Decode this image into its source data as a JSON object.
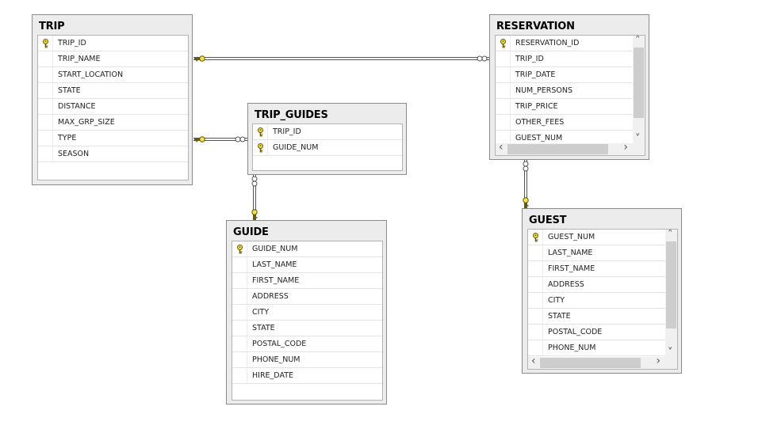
{
  "tables": {
    "trip": {
      "title": "TRIP",
      "columns": [
        {
          "name": "TRIP_ID",
          "key": true
        },
        {
          "name": "TRIP_NAME",
          "key": false
        },
        {
          "name": "START_LOCATION",
          "key": false
        },
        {
          "name": "STATE",
          "key": false
        },
        {
          "name": "DISTANCE",
          "key": false
        },
        {
          "name": "MAX_GRP_SIZE",
          "key": false
        },
        {
          "name": "TYPE",
          "key": false
        },
        {
          "name": "SEASON",
          "key": false
        }
      ]
    },
    "trip_guides": {
      "title": "TRIP_GUIDES",
      "columns": [
        {
          "name": "TRIP_ID",
          "key": true
        },
        {
          "name": "GUIDE_NUM",
          "key": true
        }
      ]
    },
    "guide": {
      "title": "GUIDE",
      "columns": [
        {
          "name": "GUIDE_NUM",
          "key": true
        },
        {
          "name": "LAST_NAME",
          "key": false
        },
        {
          "name": "FIRST_NAME",
          "key": false
        },
        {
          "name": "ADDRESS",
          "key": false
        },
        {
          "name": "CITY",
          "key": false
        },
        {
          "name": "STATE",
          "key": false
        },
        {
          "name": "POSTAL_CODE",
          "key": false
        },
        {
          "name": "PHONE_NUM",
          "key": false
        },
        {
          "name": "HIRE_DATE",
          "key": false
        }
      ]
    },
    "reservation": {
      "title": "RESERVATION",
      "columns": [
        {
          "name": "RESERVATION_ID",
          "key": true
        },
        {
          "name": "TRIP_ID",
          "key": false
        },
        {
          "name": "TRIP_DATE",
          "key": false
        },
        {
          "name": "NUM_PERSONS",
          "key": false
        },
        {
          "name": "TRIP_PRICE",
          "key": false
        },
        {
          "name": "OTHER_FEES",
          "key": false
        },
        {
          "name": "GUEST_NUM",
          "key": false
        }
      ]
    },
    "guest": {
      "title": "GUEST",
      "columns": [
        {
          "name": "GUEST_NUM",
          "key": true
        },
        {
          "name": "LAST_NAME",
          "key": false
        },
        {
          "name": "FIRST_NAME",
          "key": false
        },
        {
          "name": "ADDRESS",
          "key": false
        },
        {
          "name": "CITY",
          "key": false
        },
        {
          "name": "STATE",
          "key": false
        },
        {
          "name": "POSTAL_CODE",
          "key": false
        },
        {
          "name": "PHONE_NUM",
          "key": false
        }
      ]
    }
  },
  "relationships": [
    {
      "from": "trip",
      "to": "reservation",
      "from_end": "key",
      "to_end": "infinity"
    },
    {
      "from": "trip",
      "to": "trip_guides",
      "from_end": "key",
      "to_end": "infinity"
    },
    {
      "from": "trip_guides",
      "to": "guide",
      "from_end": "infinity",
      "to_end": "key"
    },
    {
      "from": "reservation",
      "to": "guest",
      "from_end": "infinity",
      "to_end": "key"
    }
  ],
  "icons": {
    "primary_key": "key-icon",
    "scroll_up": "chevron-up-icon",
    "scroll_down": "chevron-down-icon",
    "scroll_left": "chevron-left-icon",
    "scroll_right": "chevron-right-icon"
  },
  "colors": {
    "key_fill": "#f2e24a",
    "key_stroke": "#6b5a00",
    "line": "#555555"
  }
}
